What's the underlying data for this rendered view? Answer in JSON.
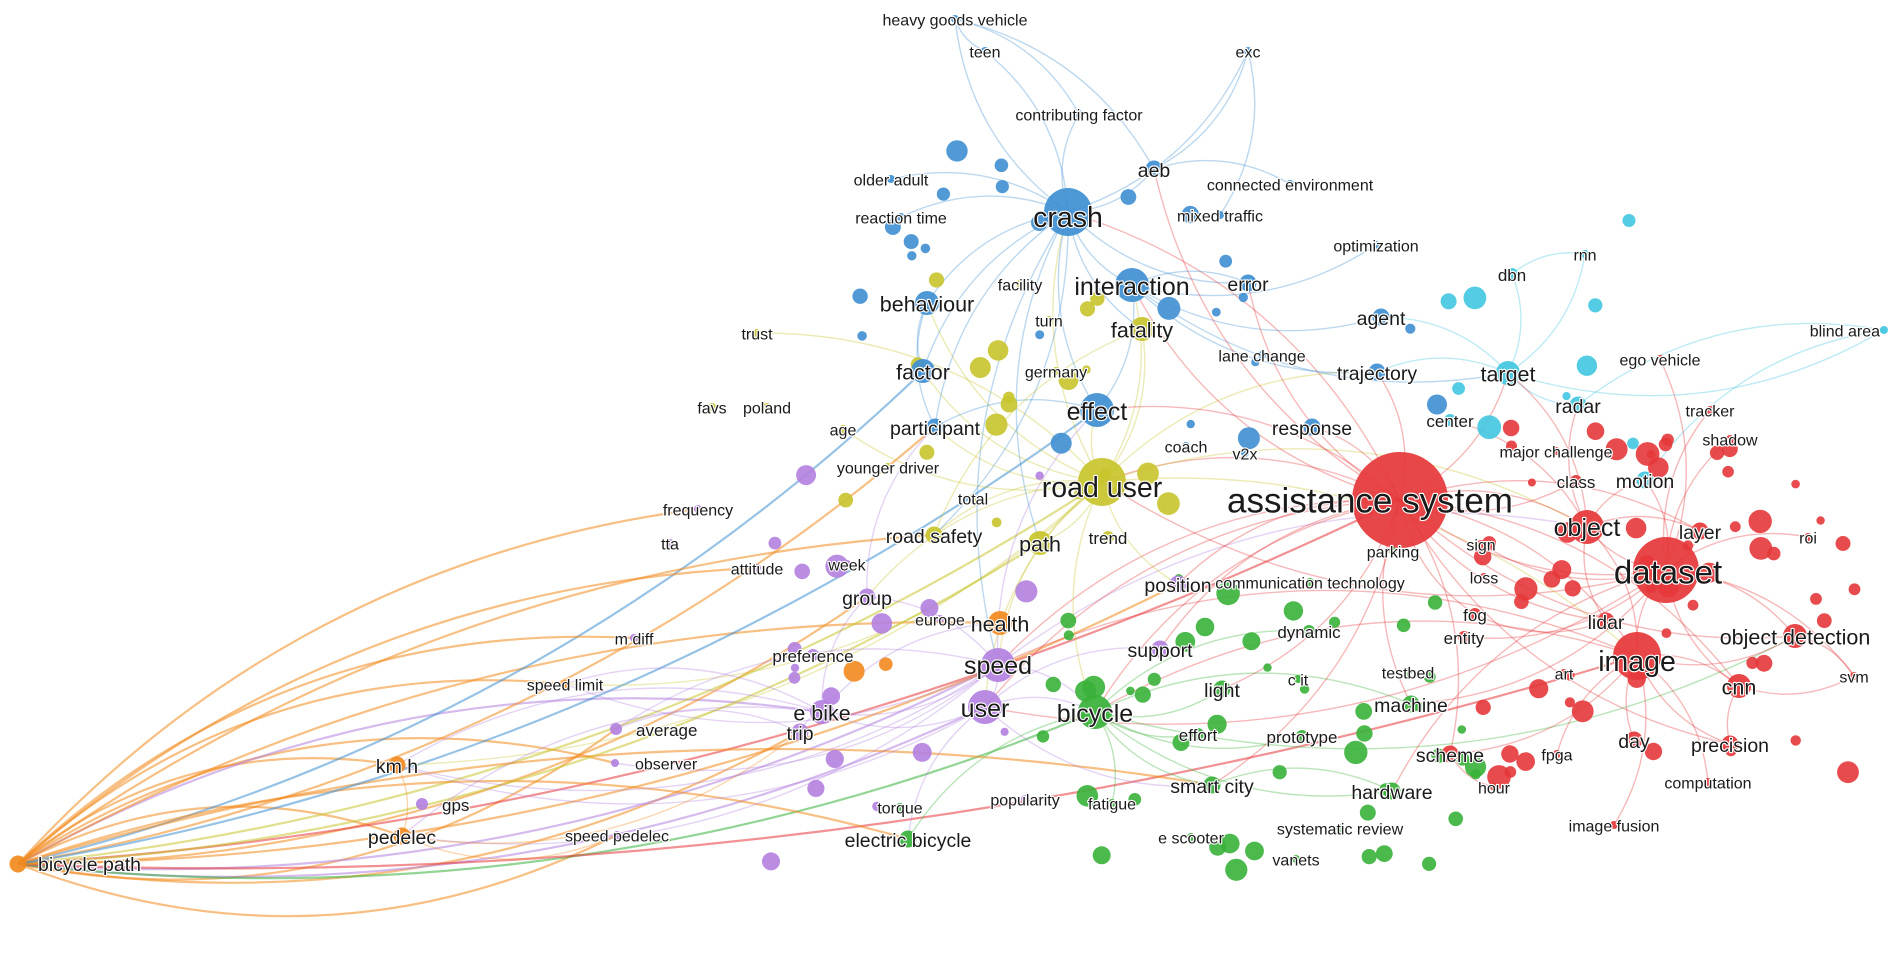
{
  "colors": {
    "orange": "#f28a1e",
    "purple": "#b381e0",
    "blue": "#3f8fd2",
    "yellow": "#c8c42c",
    "cyan": "#41c7e0",
    "green": "#38b13a",
    "red": "#e6373a"
  },
  "nodes": [
    {
      "label": "bicycle path",
      "cluster": "orange",
      "weight": 3
    },
    {
      "label": "km h",
      "cluster": "orange",
      "weight": 3
    },
    {
      "label": "pedelec",
      "cluster": "orange",
      "weight": 3
    },
    {
      "label": "gps",
      "cluster": "purple",
      "weight": 2
    },
    {
      "label": "speed pedelec",
      "cluster": "purple",
      "weight": 1
    },
    {
      "label": "speed limit",
      "cluster": "orange",
      "weight": 1
    },
    {
      "label": "average",
      "cluster": "purple",
      "weight": 2
    },
    {
      "label": "observer",
      "cluster": "purple",
      "weight": 1
    },
    {
      "label": "m diff",
      "cluster": "purple",
      "weight": 1
    },
    {
      "label": "tta",
      "cluster": "purple",
      "weight": 1
    },
    {
      "label": "attitude",
      "cluster": "purple",
      "weight": 1
    },
    {
      "label": "frequency",
      "cluster": "purple",
      "weight": 1
    },
    {
      "label": "trust",
      "cluster": "yellow",
      "weight": 1
    },
    {
      "label": "favs",
      "cluster": "yellow",
      "weight": 1
    },
    {
      "label": "poland",
      "cluster": "yellow",
      "weight": 1
    },
    {
      "label": "age",
      "cluster": "yellow",
      "weight": 1
    },
    {
      "label": "younger driver",
      "cluster": "yellow",
      "weight": 1
    },
    {
      "label": "week",
      "cluster": "purple",
      "weight": 1
    },
    {
      "label": "group",
      "cluster": "purple",
      "weight": 3
    },
    {
      "label": "preference",
      "cluster": "purple",
      "weight": 2
    },
    {
      "label": "e bike",
      "cluster": "purple",
      "weight": 4
    },
    {
      "label": "trip",
      "cluster": "purple",
      "weight": 3
    },
    {
      "label": "torque",
      "cluster": "green",
      "weight": 1
    },
    {
      "label": "electric bicycle",
      "cluster": "green",
      "weight": 3
    },
    {
      "label": "popularity",
      "cluster": "purple",
      "weight": 1
    },
    {
      "label": "fatigue",
      "cluster": "green",
      "weight": 1
    },
    {
      "label": "europe",
      "cluster": "purple",
      "weight": 1
    },
    {
      "label": "health",
      "cluster": "orange",
      "weight": 4
    },
    {
      "label": "speed",
      "cluster": "purple",
      "weight": 5
    },
    {
      "label": "user",
      "cluster": "purple",
      "weight": 5
    },
    {
      "label": "bicycle",
      "cluster": "green",
      "weight": 5
    },
    {
      "label": "support",
      "cluster": "purple",
      "weight": 3
    },
    {
      "label": "position",
      "cluster": "purple",
      "weight": 3
    },
    {
      "label": "light",
      "cluster": "green",
      "weight": 3
    },
    {
      "label": "effort",
      "cluster": "green",
      "weight": 2
    },
    {
      "label": "prototype",
      "cluster": "green",
      "weight": 2
    },
    {
      "label": "smart city",
      "cluster": "green",
      "weight": 3
    },
    {
      "label": "e scooter",
      "cluster": "green",
      "weight": 1
    },
    {
      "label": "systematic review",
      "cluster": "green",
      "weight": 1
    },
    {
      "label": "vanets",
      "cluster": "green",
      "weight": 1
    },
    {
      "label": "dynamic",
      "cluster": "green",
      "weight": 2
    },
    {
      "label": "c it",
      "cluster": "green",
      "weight": 1
    },
    {
      "label": "testbed",
      "cluster": "green",
      "weight": 1
    },
    {
      "label": "machine",
      "cluster": "green",
      "weight": 3
    },
    {
      "label": "hardware",
      "cluster": "green",
      "weight": 3
    },
    {
      "label": "communication technology",
      "cluster": "green",
      "weight": 1
    },
    {
      "label": "parking",
      "cluster": "green",
      "weight": 1
    },
    {
      "label": "road user",
      "cluster": "yellow",
      "weight": 6
    },
    {
      "label": "road safety",
      "cluster": "yellow",
      "weight": 3
    },
    {
      "label": "path",
      "cluster": "yellow",
      "weight": 4
    },
    {
      "label": "trend",
      "cluster": "yellow",
      "weight": 2
    },
    {
      "label": "total",
      "cluster": "yellow",
      "weight": 1
    },
    {
      "label": "participant",
      "cluster": "blue",
      "weight": 3
    },
    {
      "label": "effect",
      "cluster": "blue",
      "weight": 5
    },
    {
      "label": "factor",
      "cluster": "blue",
      "weight": 4
    },
    {
      "label": "germany",
      "cluster": "yellow",
      "weight": 1
    },
    {
      "label": "behaviour",
      "cluster": "blue",
      "weight": 4
    },
    {
      "label": "facility",
      "cluster": "yellow",
      "weight": 1
    },
    {
      "label": "turn",
      "cluster": "yellow",
      "weight": 1
    },
    {
      "label": "fatality",
      "cluster": "yellow",
      "weight": 4
    },
    {
      "label": "interaction",
      "cluster": "blue",
      "weight": 5
    },
    {
      "label": "crash",
      "cluster": "blue",
      "weight": 6
    },
    {
      "label": "reaction time",
      "cluster": "blue",
      "weight": 1
    },
    {
      "label": "older adult",
      "cluster": "blue",
      "weight": 1
    },
    {
      "label": "aeb",
      "cluster": "blue",
      "weight": 3
    },
    {
      "label": "mixed traffic",
      "cluster": "blue",
      "weight": 1
    },
    {
      "label": "connected environment",
      "cluster": "blue",
      "weight": 1
    },
    {
      "label": "contributing factor",
      "cluster": "blue",
      "weight": 1
    },
    {
      "label": "heavy goods vehicle",
      "cluster": "blue",
      "weight": 1
    },
    {
      "label": "teen",
      "cluster": "blue",
      "weight": 1
    },
    {
      "label": "exc",
      "cluster": "blue",
      "weight": 1
    },
    {
      "label": "error",
      "cluster": "blue",
      "weight": 3
    },
    {
      "label": "optimization",
      "cluster": "blue",
      "weight": 1
    },
    {
      "label": "agent",
      "cluster": "blue",
      "weight": 3
    },
    {
      "label": "lane change",
      "cluster": "blue",
      "weight": 1
    },
    {
      "label": "trajectory",
      "cluster": "blue",
      "weight": 3
    },
    {
      "label": "response",
      "cluster": "blue",
      "weight": 3
    },
    {
      "label": "coach",
      "cluster": "blue",
      "weight": 1
    },
    {
      "label": "v2x",
      "cluster": "blue",
      "weight": 1
    },
    {
      "label": "dbn",
      "cluster": "cyan",
      "weight": 2
    },
    {
      "label": "rnn",
      "cluster": "cyan",
      "weight": 1
    },
    {
      "label": "target",
      "cluster": "cyan",
      "weight": 4
    },
    {
      "label": "radar",
      "cluster": "cyan",
      "weight": 3
    },
    {
      "label": "center",
      "cluster": "cyan",
      "weight": 2
    },
    {
      "label": "blind area",
      "cluster": "cyan",
      "weight": 1
    },
    {
      "label": "ego vehicle",
      "cluster": "red",
      "weight": 1
    },
    {
      "label": "tracker",
      "cluster": "red",
      "weight": 1
    },
    {
      "label": "shadow",
      "cluster": "red",
      "weight": 1
    },
    {
      "label": "major challenge",
      "cluster": "red",
      "weight": 1
    },
    {
      "label": "class",
      "cluster": "red",
      "weight": 2
    },
    {
      "label": "motion",
      "cluster": "cyan",
      "weight": 3
    },
    {
      "label": "assistance system",
      "cluster": "red",
      "weight": 8
    },
    {
      "label": "object",
      "cluster": "red",
      "weight": 5
    },
    {
      "label": "layer",
      "cluster": "red",
      "weight": 3
    },
    {
      "label": "roi",
      "cluster": "red",
      "weight": 1
    },
    {
      "label": "dataset",
      "cluster": "red",
      "weight": 7
    },
    {
      "label": "sign",
      "cluster": "red",
      "weight": 1
    },
    {
      "label": "loss",
      "cluster": "red",
      "weight": 1
    },
    {
      "label": "fog",
      "cluster": "red",
      "weight": 2
    },
    {
      "label": "entity",
      "cluster": "red",
      "weight": 2
    },
    {
      "label": "lidar",
      "cluster": "red",
      "weight": 3
    },
    {
      "label": "object detection",
      "cluster": "red",
      "weight": 4
    },
    {
      "label": "image",
      "cluster": "red",
      "weight": 6
    },
    {
      "label": "art",
      "cluster": "red",
      "weight": 1
    },
    {
      "label": "svm",
      "cluster": "red",
      "weight": 1
    },
    {
      "label": "cnn",
      "cluster": "red",
      "weight": 4
    },
    {
      "label": "day",
      "cluster": "red",
      "weight": 3
    },
    {
      "label": "precision",
      "cluster": "red",
      "weight": 3
    },
    {
      "label": "scheme",
      "cluster": "red",
      "weight": 3
    },
    {
      "label": "fpga",
      "cluster": "red",
      "weight": 1
    },
    {
      "label": "hour",
      "cluster": "red",
      "weight": 1
    },
    {
      "label": "computation",
      "cluster": "red",
      "weight": 1
    },
    {
      "label": "image fusion",
      "cluster": "red",
      "weight": 1
    }
  ],
  "links": [
    [
      "bicycle path",
      "km h"
    ],
    [
      "bicycle path",
      "pedelec"
    ],
    [
      "bicycle path",
      "speed pedelec"
    ],
    [
      "bicycle path",
      "speed limit"
    ],
    [
      "bicycle path",
      "average"
    ],
    [
      "bicycle path",
      "observer"
    ],
    [
      "bicycle path",
      "trip"
    ],
    [
      "bicycle path",
      "e bike"
    ],
    [
      "bicycle path",
      "group"
    ],
    [
      "bicycle path",
      "speed"
    ],
    [
      "bicycle path",
      "user"
    ],
    [
      "bicycle path",
      "health"
    ],
    [
      "bicycle path",
      "road user"
    ],
    [
      "bicycle path",
      "factor"
    ],
    [
      "bicycle path",
      "participant"
    ],
    [
      "bicycle path",
      "road safety"
    ],
    [
      "bicycle path",
      "bicycle"
    ],
    [
      "bicycle path",
      "assistance system"
    ],
    [
      "bicycle path",
      "image"
    ],
    [
      "bicycle path",
      "smart city"
    ],
    [
      "bicycle path",
      "electric bicycle"
    ],
    [
      "bicycle path",
      "frequency"
    ],
    [
      "bicycle path",
      "attitude"
    ],
    [
      "bicycle path",
      "path"
    ],
    [
      "bicycle path",
      "position"
    ],
    [
      "bicycle path",
      "m diff"
    ],
    [
      "bicycle path",
      "effect"
    ],
    [
      "km h",
      "pedelec"
    ],
    [
      "km h",
      "speed"
    ],
    [
      "km h",
      "e bike"
    ],
    [
      "km h",
      "user"
    ],
    [
      "km h",
      "road user"
    ],
    [
      "pedelec",
      "speed pedelec"
    ],
    [
      "pedelec",
      "e bike"
    ],
    [
      "pedelec",
      "speed"
    ],
    [
      "pedelec",
      "trip"
    ],
    [
      "speed limit",
      "speed"
    ],
    [
      "speed limit",
      "road user"
    ],
    [
      "speed limit",
      "e bike"
    ],
    [
      "average",
      "speed"
    ],
    [
      "average",
      "trip"
    ],
    [
      "observer",
      "speed"
    ],
    [
      "group",
      "speed"
    ],
    [
      "group",
      "e bike"
    ],
    [
      "group",
      "road user"
    ],
    [
      "group",
      "participant"
    ],
    [
      "e bike",
      "speed"
    ],
    [
      "e bike",
      "user"
    ],
    [
      "e bike",
      "health"
    ],
    [
      "e bike",
      "trip"
    ],
    [
      "speed",
      "user"
    ],
    [
      "speed",
      "bicycle"
    ],
    [
      "speed",
      "road user"
    ],
    [
      "speed",
      "assistance system"
    ],
    [
      "speed",
      "effect"
    ],
    [
      "speed",
      "crash"
    ],
    [
      "speed",
      "image"
    ],
    [
      "speed",
      "object"
    ],
    [
      "user",
      "bicycle"
    ],
    [
      "user",
      "road user"
    ],
    [
      "user",
      "assistance system"
    ],
    [
      "user",
      "support"
    ],
    [
      "user",
      "electric bicycle"
    ],
    [
      "user",
      "smart city"
    ],
    [
      "user",
      "dataset"
    ],
    [
      "bicycle",
      "assistance system"
    ],
    [
      "bicycle",
      "light"
    ],
    [
      "bicycle",
      "smart city"
    ],
    [
      "bicycle",
      "prototype"
    ],
    [
      "bicycle",
      "dynamic"
    ],
    [
      "bicycle",
      "effort"
    ],
    [
      "bicycle",
      "image"
    ],
    [
      "bicycle",
      "object detection"
    ],
    [
      "bicycle",
      "road user"
    ],
    [
      "bicycle",
      "machine"
    ],
    [
      "bicycle",
      "electric bicycle"
    ],
    [
      "bicycle",
      "fatigue"
    ],
    [
      "bicycle",
      "hardware"
    ],
    [
      "support",
      "assistance system"
    ],
    [
      "position",
      "assistance system"
    ],
    [
      "position",
      "road user"
    ],
    [
      "light",
      "assistance system"
    ],
    [
      "smart city",
      "assistance system"
    ],
    [
      "smart city",
      "hardware"
    ],
    [
      "machine",
      "assistance system"
    ],
    [
      "machine",
      "dataset"
    ],
    [
      "hardware",
      "dataset"
    ],
    [
      "road user",
      "assistance system"
    ],
    [
      "road user",
      "crash"
    ],
    [
      "road user",
      "interaction"
    ],
    [
      "road user",
      "effect"
    ],
    [
      "road user",
      "behaviour"
    ],
    [
      "road user",
      "factor"
    ],
    [
      "road user",
      "road safety"
    ],
    [
      "road user",
      "path"
    ],
    [
      "road user",
      "fatality"
    ],
    [
      "road user",
      "participant"
    ],
    [
      "road user",
      "trajectory"
    ],
    [
      "road user",
      "object"
    ],
    [
      "road user",
      "dataset"
    ],
    [
      "road user",
      "image"
    ],
    [
      "road user",
      "trust"
    ],
    [
      "road user",
      "age"
    ],
    [
      "road safety",
      "crash"
    ],
    [
      "road safety",
      "fatality"
    ],
    [
      "path",
      "crash"
    ],
    [
      "participant",
      "crash"
    ],
    [
      "participant",
      "effect"
    ],
    [
      "participant",
      "behaviour"
    ],
    [
      "effect",
      "crash"
    ],
    [
      "effect",
      "interaction"
    ],
    [
      "effect",
      "assistance system"
    ],
    [
      "factor",
      "crash"
    ],
    [
      "factor",
      "behaviour"
    ],
    [
      "behaviour",
      "crash"
    ],
    [
      "crash",
      "interaction"
    ],
    [
      "crash",
      "aeb"
    ],
    [
      "crash",
      "heavy goods vehicle"
    ],
    [
      "crash",
      "teen"
    ],
    [
      "crash",
      "older adult"
    ],
    [
      "crash",
      "reaction time"
    ],
    [
      "crash",
      "contributing factor"
    ],
    [
      "crash",
      "error"
    ],
    [
      "crash",
      "fatality"
    ],
    [
      "crash",
      "assistance system"
    ],
    [
      "crash",
      "exc"
    ],
    [
      "interaction",
      "assistance system"
    ],
    [
      "interaction",
      "trajectory"
    ],
    [
      "interaction",
      "agent"
    ],
    [
      "interaction",
      "error"
    ],
    [
      "interaction",
      "target"
    ],
    [
      "interaction",
      "optimization"
    ],
    [
      "aeb",
      "assistance system"
    ],
    [
      "aeb",
      "heavy goods vehicle"
    ],
    [
      "aeb",
      "connected environment"
    ],
    [
      "heavy goods vehicle",
      "teen"
    ],
    [
      "heavy goods vehicle",
      "contributing factor"
    ],
    [
      "exc",
      "mixed traffic"
    ],
    [
      "exc",
      "aeb"
    ],
    [
      "error",
      "assistance system"
    ],
    [
      "trajectory",
      "assistance system"
    ],
    [
      "trajectory",
      "target"
    ],
    [
      "agent",
      "target"
    ],
    [
      "response",
      "assistance system"
    ],
    [
      "target",
      "radar"
    ],
    [
      "target",
      "dbn"
    ],
    [
      "target",
      "rnn"
    ],
    [
      "target",
      "assistance system"
    ],
    [
      "target",
      "object"
    ],
    [
      "target",
      "blind area"
    ],
    [
      "dbn",
      "rnn"
    ],
    [
      "radar",
      "object"
    ],
    [
      "radar",
      "blind area"
    ],
    [
      "center",
      "object"
    ],
    [
      "motion",
      "object"
    ],
    [
      "motion",
      "dataset"
    ],
    [
      "motion",
      "blind area"
    ],
    [
      "assistance system",
      "object"
    ],
    [
      "assistance system",
      "dataset"
    ],
    [
      "assistance system",
      "image"
    ],
    [
      "assistance system",
      "object detection"
    ],
    [
      "assistance system",
      "cnn"
    ],
    [
      "assistance system",
      "lidar"
    ],
    [
      "assistance system",
      "layer"
    ],
    [
      "assistance system",
      "scheme"
    ],
    [
      "assistance system",
      "precision"
    ],
    [
      "assistance system",
      "fog"
    ],
    [
      "assistance system",
      "class"
    ],
    [
      "object",
      "dataset"
    ],
    [
      "object",
      "image"
    ],
    [
      "object",
      "lidar"
    ],
    [
      "object",
      "layer"
    ],
    [
      "dataset",
      "image"
    ],
    [
      "dataset",
      "object detection"
    ],
    [
      "dataset",
      "cnn"
    ],
    [
      "dataset",
      "layer"
    ],
    [
      "dataset",
      "roi"
    ],
    [
      "dataset",
      "svm"
    ],
    [
      "dataset",
      "tracker"
    ],
    [
      "dataset",
      "shadow"
    ],
    [
      "dataset",
      "ego vehicle"
    ],
    [
      "image",
      "object detection"
    ],
    [
      "image",
      "cnn"
    ],
    [
      "image",
      "precision"
    ],
    [
      "image",
      "day"
    ],
    [
      "image",
      "image fusion"
    ],
    [
      "image",
      "computation"
    ],
    [
      "image",
      "fpga"
    ],
    [
      "image",
      "scheme"
    ],
    [
      "cnn",
      "precision"
    ],
    [
      "cnn",
      "svm"
    ],
    [
      "object detection",
      "svm"
    ],
    [
      "lidar",
      "fog"
    ],
    [
      "scheme",
      "hour"
    ],
    [
      "entity",
      "dataset"
    ],
    [
      "sign",
      "dataset"
    ]
  ],
  "minor_nodes": {
    "red": 55,
    "green": 46,
    "blue": 24,
    "yellow": 18,
    "purple": 18,
    "cyan": 9,
    "orange": 2
  }
}
